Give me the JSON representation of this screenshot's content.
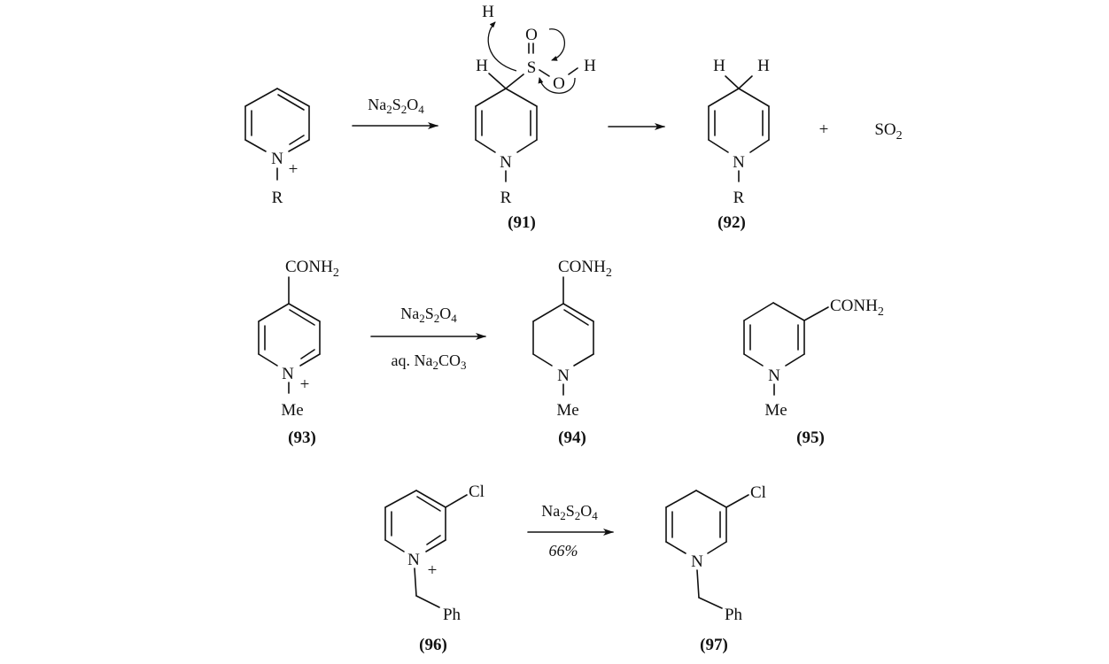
{
  "figure": {
    "title": "Dithionite reduction of pyridinium salts",
    "schemes": [
      {
        "reagent_top": {
          "base": "Na",
          "parts": [
            [
              "Na",
              ""
            ],
            [
              "2",
              "sub"
            ],
            [
              "S",
              ""
            ],
            [
              "2",
              "sub"
            ],
            [
              "O",
              ""
            ],
            [
              "4",
              "sub"
            ]
          ]
        },
        "structures": [
          "pyridinium-R",
          "91",
          "92"
        ]
      }
    ]
  },
  "row1": {
    "reactant": {
      "n_label": "N",
      "charge": "+",
      "substituent": "R"
    },
    "arrow1": {
      "reagent_top": "Na2S2O4"
    },
    "intermediate": {
      "compound_number": "(91)",
      "h_label": "H",
      "h_top_label": "H",
      "prime_mark": "'",
      "s_label": "S",
      "o_top_label": "O",
      "o_label": "O",
      "h_oh_label": "H",
      "n_label": "N",
      "substituent": "R"
    },
    "arrow2": {
      "reagent_top": ""
    },
    "product": {
      "compound_number": "(92)",
      "h1_label": "H",
      "h2_label": "H",
      "n_label": "N",
      "substituent": "R"
    },
    "plus": "+",
    "byproduct": {
      "main": "SO",
      "sub": "2"
    }
  },
  "row2": {
    "reactant": {
      "compound_number": "(93)",
      "group": "CONH",
      "group_sub": "2",
      "n_label": "N",
      "charge": "+",
      "substituent": "Me"
    },
    "arrow": {
      "reagent_top": "Na2S2O4",
      "reagent_bottom_prefix": "aq. Na",
      "reagent_bottom_sub1": "2",
      "reagent_bottom_mid": "CO",
      "reagent_bottom_sub2": "3"
    },
    "product1": {
      "compound_number": "(94)",
      "group": "CONH",
      "group_sub": "2",
      "n_label": "N",
      "substituent": "Me"
    },
    "product2": {
      "compound_number": "(95)",
      "group": "CONH",
      "group_sub": "2",
      "n_label": "N",
      "substituent": "Me"
    }
  },
  "row3": {
    "reactant": {
      "compound_number": "(96)",
      "halogen": "Cl",
      "n_label": "N",
      "charge": "+",
      "substituent": "Ph"
    },
    "arrow": {
      "reagent_top": "Na2S2O4",
      "reagent_bottom": "66%"
    },
    "product": {
      "compound_number": "(97)",
      "halogen": "Cl",
      "n_label": "N",
      "substituent": "Ph"
    }
  },
  "reagent": {
    "na": "Na",
    "s": "S",
    "o": "O",
    "sub2": "2",
    "sub4": "4"
  }
}
